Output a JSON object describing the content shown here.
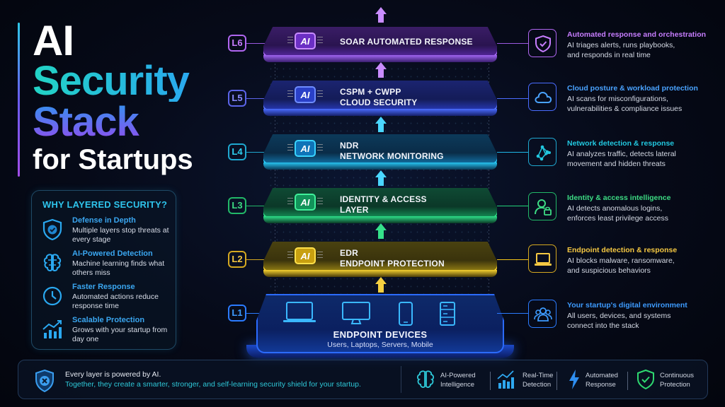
{
  "title": {
    "line1": "AI",
    "line2": "Security",
    "line3": "Stack",
    "line4": "for Startups"
  },
  "why_panel": {
    "heading": "WHY LAYERED SECURITY?",
    "items": [
      {
        "icon": "shield-check-icon",
        "title": "Defense in Depth",
        "desc": "Multiple layers stop threats at every stage"
      },
      {
        "icon": "brain-icon",
        "title": "AI-Powered Detection",
        "desc": "Machine learning finds what others miss"
      },
      {
        "icon": "clock-icon",
        "title": "Faster Response",
        "desc": "Automated actions reduce response time"
      },
      {
        "icon": "growth-chart-icon",
        "title": "Scalable Protection",
        "desc": "Grows with your startup from day one"
      }
    ]
  },
  "stack": {
    "chip_label": "AI",
    "layers": [
      {
        "id": "L6",
        "line1": "SOAR AUTOMATED RESPONSE",
        "line2": "",
        "color": "#a855f7",
        "desc_title": "Automated response and orchestration",
        "desc_line1": "AI triages alerts, runs playbooks,",
        "desc_line2": "and responds in real time",
        "icon": "shield-check-icon",
        "title_color": "#c77dff"
      },
      {
        "id": "L5",
        "line1": "CSPM + CWPP",
        "line2": "CLOUD SECURITY",
        "color": "#4f6bff",
        "desc_title": "Cloud posture & workload protection",
        "desc_line1": "AI scans for misconfigurations,",
        "desc_line2": "vulnerabilities & compliance issues",
        "icon": "cloud-icon",
        "title_color": "#4aa3ff"
      },
      {
        "id": "L4",
        "line1": "NDR",
        "line2": "NETWORK MONITORING",
        "color": "#1fb8e8",
        "desc_title": "Network detection & response",
        "desc_line1": "AI analyzes traffic, detects lateral",
        "desc_line2": "movement and hidden threats",
        "icon": "network-graph-icon",
        "title_color": "#22c8e0"
      },
      {
        "id": "L3",
        "line1": "IDENTITY & ACCESS",
        "line2": "LAYER",
        "color": "#22d37a",
        "desc_title": "Identity & access intelligence",
        "desc_line1": "AI detects anomalous logins,",
        "desc_line2": "enforces least privilege access",
        "icon": "user-lock-icon",
        "title_color": "#3ddc84"
      },
      {
        "id": "L2",
        "line1": "EDR",
        "line2": "ENDPOINT PROTECTION",
        "color": "#f5c518",
        "desc_title": "Endpoint detection & response",
        "desc_line1": "AI blocks malware, ransomware,",
        "desc_line2": "and suspicious behaviors",
        "icon": "laptop-icon",
        "title_color": "#f5c842"
      },
      {
        "id": "L1",
        "line1": "ENDPOINT DEVICES",
        "line2": "Users, Laptops, Servers, Mobile",
        "color": "#2b7bff",
        "desc_title": "Your startup's digital environment",
        "desc_line1": "All users, devices, and systems",
        "desc_line2": "connect into the stack",
        "icon": "users-icon",
        "title_color": "#3d9bff"
      }
    ],
    "devices": [
      "laptop-icon",
      "monitor-icon",
      "smartphone-icon",
      "server-icon"
    ]
  },
  "bottom": {
    "message_line1": "Every layer is powered by AI.",
    "message_line2": "Together, they create a smarter, stronger, and self-learning security shield for your startup.",
    "features": [
      {
        "icon": "brain-icon",
        "line1": "AI-Powered",
        "line2": "Intelligence"
      },
      {
        "icon": "growth-chart-icon",
        "line1": "Real-Time",
        "line2": "Detection"
      },
      {
        "icon": "lightning-icon",
        "line1": "Automated",
        "line2": "Response"
      },
      {
        "icon": "shield-check-icon",
        "line1": "Continuous",
        "line2": "Protection"
      }
    ]
  },
  "colors": {
    "background": "#060a18",
    "cyan": "#2ec4ec",
    "purple": "#a855f7",
    "blue": "#4f6bff",
    "teal": "#1fb8e8",
    "green": "#22d37a",
    "yellow": "#f5c518"
  }
}
